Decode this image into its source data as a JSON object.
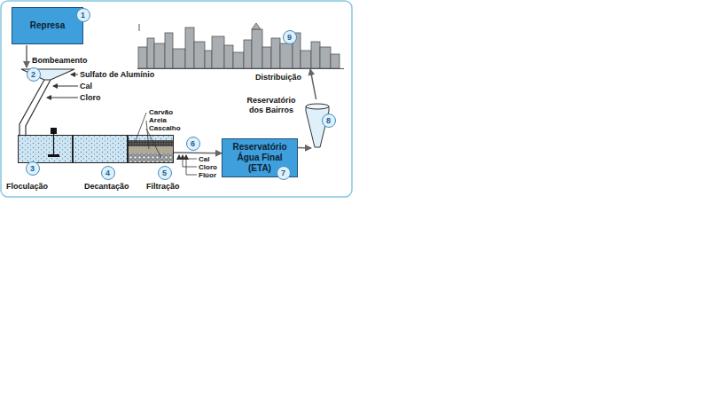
{
  "diagram": {
    "nodes": [
      {
        "text": [
          "Represa"
        ]
      },
      {
        "text": [
          "Floculação"
        ]
      },
      {
        "text": [
          "Decantação"
        ]
      },
      {
        "text": [
          "Filtração"
        ]
      },
      {
        "text": [
          "Reservatório Água Final (ETA)"
        ]
      },
      {
        "text": [
          "Reservatório dos Bairros"
        ]
      },
      {
        "text": [
          "Distribuição"
        ]
      }
    ],
    "edges": [
      {
        "from": 3,
        "to": 4,
        "arrow": "to"
      },
      {
        "from": 4,
        "to": 5,
        "arrow": "to"
      },
      {
        "from": 5,
        "to": 6,
        "arrow": "to"
      }
    ],
    "labels": [
      "1",
      "Bombeamento",
      "2",
      "Sulfato de Alumínio",
      "Cal",
      "Cloro",
      "Carvão",
      "Areia",
      "Cascalho",
      "3",
      "4",
      "5",
      "6",
      "Cal",
      "Cloro",
      "Flúor",
      "7",
      "8",
      "9"
    ]
  }
}
